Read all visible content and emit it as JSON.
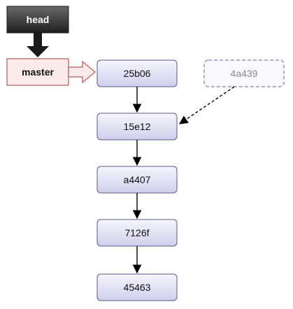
{
  "refs": {
    "head": "head",
    "master": "master"
  },
  "commits": [
    {
      "id": "25b06"
    },
    {
      "id": "15e12"
    },
    {
      "id": "a4407"
    },
    {
      "id": "7126f"
    },
    {
      "id": "45463"
    }
  ],
  "detached_commit": {
    "id": "4a439"
  },
  "colors": {
    "head_fill": "#3a3a3a",
    "master_fill": "#fbeaea",
    "master_stroke": "#b55a5a",
    "commit_fill_top": "#f4f4fc",
    "commit_fill_bottom": "#d3d3ee",
    "commit_stroke": "#5a5a8a",
    "detached_stroke": "#8a7aa8",
    "detached_text": "#8a8a8a"
  }
}
